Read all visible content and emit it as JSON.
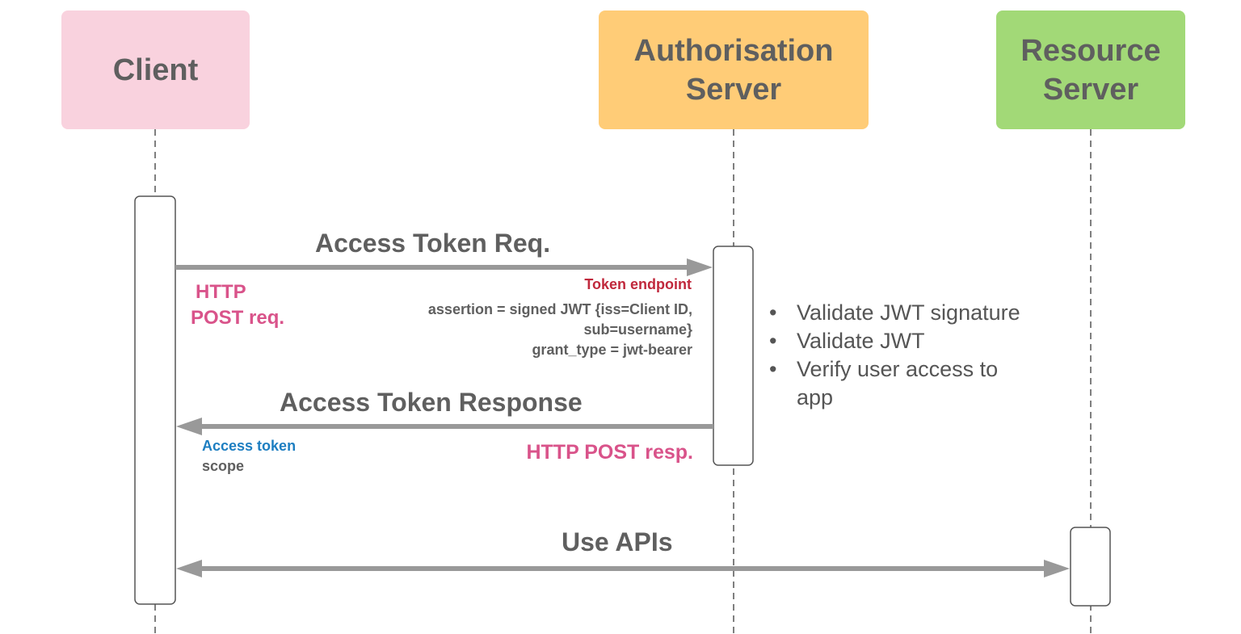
{
  "participants": {
    "client": {
      "label": "Client",
      "color": "#f9d2de"
    },
    "auth_server": {
      "label": "Authorisation\nServer",
      "color": "#ffcc77"
    },
    "resource_server": {
      "label": "Resource\nServer",
      "color": "#a2d977"
    }
  },
  "messages": {
    "access_token_request": {
      "title": "Access Token Req.",
      "method_line1": "HTTP",
      "method_line2": "POST req.",
      "endpoint": "Token endpoint",
      "params": [
        "assertion =  signed JWT {iss=Client ID,",
        "sub=username}",
        "grant_type = jwt-bearer"
      ]
    },
    "access_token_response": {
      "title": "Access Token Response",
      "method": "HTTP POST resp.",
      "fields": [
        "Access token",
        "scope"
      ]
    },
    "use_apis": {
      "title": "Use APIs"
    }
  },
  "auth_server_actions": [
    "Validate JWT signature",
    "Validate JWT",
    "Verify user access to app"
  ],
  "colors": {
    "arrow": "#999999",
    "lifeline": "#555555",
    "text": "#5f5f5f",
    "pink_label": "#d9538a",
    "red_label": "#c0283c",
    "blue_label": "#1d7ec1"
  }
}
